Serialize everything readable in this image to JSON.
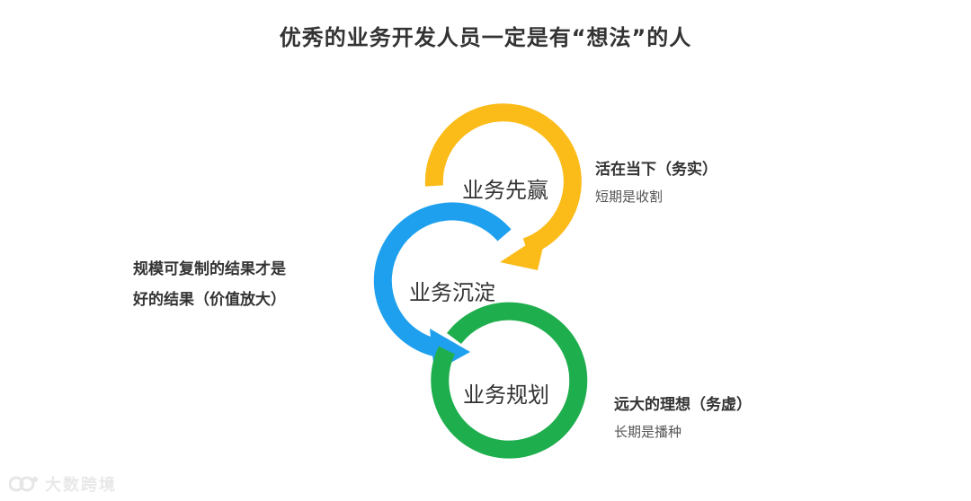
{
  "title": "优秀的业务开发人员一定是有“想法”的人",
  "rings": [
    {
      "label": "业务先赢",
      "color": "#fbbc1a"
    },
    {
      "label": "业务沉淀",
      "color": "#1ea0ee"
    },
    {
      "label": "业务规划",
      "color": "#1fae4e"
    }
  ],
  "notes": {
    "top_right": {
      "head": "活在当下（务实）",
      "sub": "短期是收割"
    },
    "left": {
      "line1": "规模可复制的结果才是",
      "line2": "好的结果（价值放大）"
    },
    "bottom_right": {
      "head": "远大的理想（务虚）",
      "sub": "长期是播种"
    }
  },
  "watermark": "大数跨境"
}
